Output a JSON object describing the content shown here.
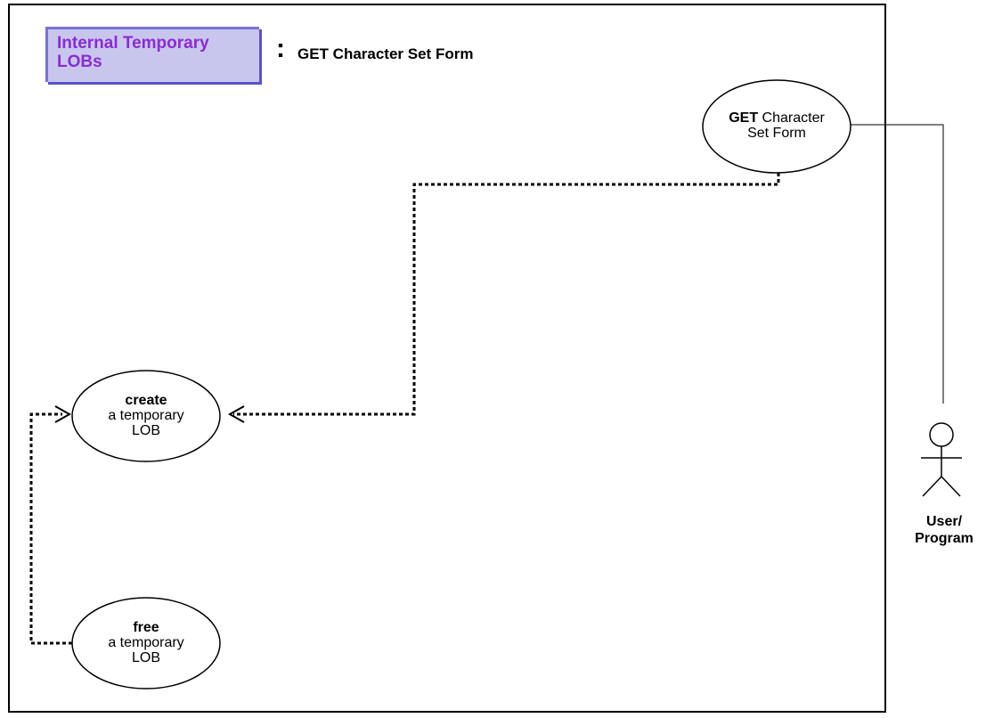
{
  "header": {
    "category_line1": "Internal Temporary",
    "category_line2": "LOBs",
    "colon": ":",
    "title": "GET Character Set Form"
  },
  "use_cases": {
    "get_form": {
      "verb": "GET",
      "line1_rest": " Character",
      "line2": "Set Form"
    },
    "create": {
      "verb": "create",
      "line2": "a temporary",
      "line3": "LOB"
    },
    "free": {
      "verb": "free",
      "line2": "a temporary",
      "line3": "LOB"
    }
  },
  "actor": {
    "line1": "User/",
    "line2": "Program"
  },
  "colors": {
    "tab_fill": "#c9c6ee",
    "tab_text": "#8a2bd6",
    "tab_border": "#7a72d8",
    "lines": "#000000"
  }
}
